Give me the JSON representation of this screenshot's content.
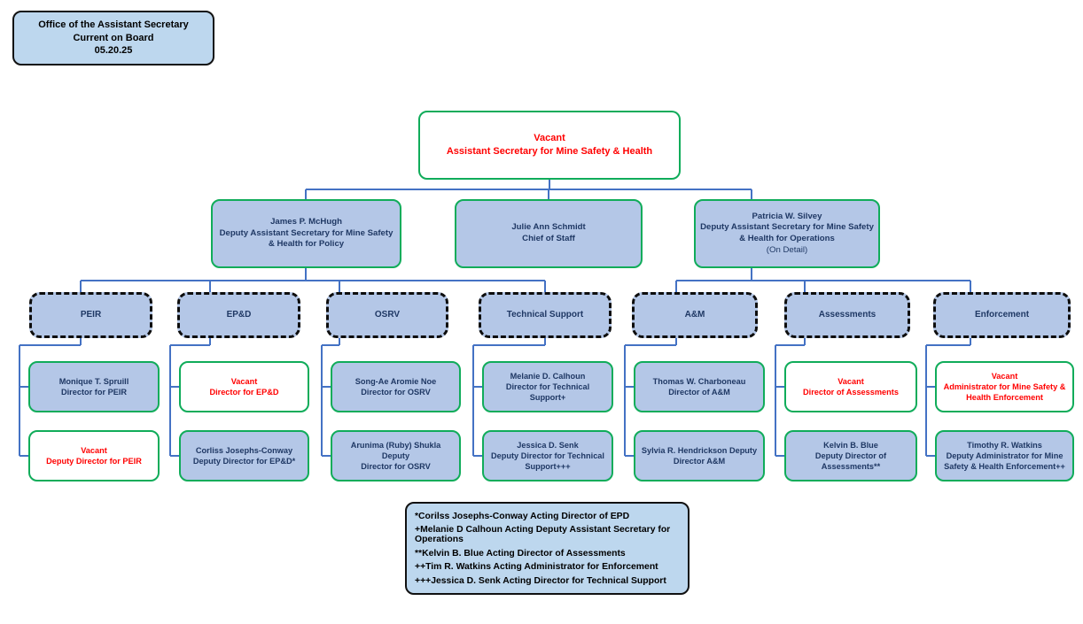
{
  "colors": {
    "box_fill": "#B4C7E7",
    "annotation_fill": "#BDD7EE",
    "green_border": "#10AC5A",
    "connector_blue": "#4472C4",
    "vacant_red": "#FF0000",
    "text_navy": "#1F3864"
  },
  "header": {
    "line1": "Office of the Assistant Secretary",
    "line2": "Current on Board",
    "line3": "05.20.25"
  },
  "top": {
    "name": "Vacant",
    "title": "Assistant Secretary for Mine Safety & Health"
  },
  "level2": [
    {
      "name": "James P. McHugh",
      "title": "Deputy Assistant Secretary for Mine Safety & Health for Policy"
    },
    {
      "name": "Julie Ann Schmidt",
      "title": "Chief of Staff"
    },
    {
      "name": "Patricia W. Silvey",
      "title": "Deputy Assistant Secretary for Mine Safety & Health for Operations",
      "note": "(On Detail)"
    }
  ],
  "columns": [
    {
      "label": "PEIR",
      "children": [
        {
          "name": "Monique T. Spruill",
          "title": "Director for PEIR"
        },
        {
          "name": "Vacant",
          "title": "Deputy Director for PEIR"
        }
      ]
    },
    {
      "label": "EP&D",
      "children": [
        {
          "name": "Vacant",
          "title": "Director for EP&D"
        },
        {
          "name": "Corliss Josephs-Conway",
          "title": "Deputy Director for EP&D*"
        }
      ]
    },
    {
      "label": "OSRV",
      "children": [
        {
          "name": "Song-Ae Aromie Noe",
          "title": "Director for OSRV"
        },
        {
          "name": "Arunima (Ruby) Shukla Deputy",
          "title": "Director for OSRV"
        }
      ]
    },
    {
      "label": "Technical Support",
      "children": [
        {
          "name": "Melanie D. Calhoun",
          "title": "Director for Technical Support+"
        },
        {
          "name": "Jessica D. Senk",
          "title": "Deputy Director for Technical Support+++"
        }
      ]
    },
    {
      "label": "A&M",
      "children": [
        {
          "name": "Thomas W. Charboneau",
          "title": "Director of A&M"
        },
        {
          "name": "Sylvia R. Hendrickson Deputy",
          "title": "Director A&M"
        }
      ]
    },
    {
      "label": "Assessments",
      "children": [
        {
          "name": "Vacant",
          "title": "Director of Assessments"
        },
        {
          "name": "Kelvin B. Blue",
          "title": "Deputy Director of Assessments**"
        }
      ]
    },
    {
      "label": "Enforcement",
      "children": [
        {
          "name": "Vacant",
          "title": "Administrator for Mine Safety & Health Enforcement"
        },
        {
          "name": "Timothy R. Watkins",
          "title": "Deputy Administrator for Mine Safety & Health Enforcement++"
        }
      ]
    }
  ],
  "footnotes": [
    "*Corilss Josephs-Conway Acting Director of EPD",
    "+Melanie D Calhoun Acting Deputy Assistant Secretary for Operations",
    "**Kelvin B. Blue Acting Director of Assessments",
    "++Tim R. Watkins Acting Administrator for Enforcement",
    "+++Jessica D. Senk Acting Director for Technical Support"
  ]
}
